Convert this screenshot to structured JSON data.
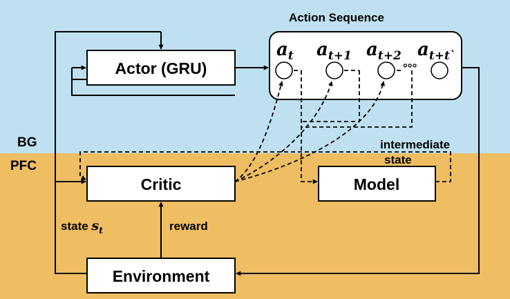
{
  "colors": {
    "bg_region": "#bfe0f0",
    "pfc_region": "#efbd62"
  },
  "regions": {
    "bg": "BG",
    "pfc": "PFC"
  },
  "sequence": {
    "title": "Action Sequence",
    "actions": [
      {
        "base": "a",
        "sub": "t"
      },
      {
        "base": "a",
        "sub": "t+1"
      },
      {
        "base": "a",
        "sub": "t+2"
      },
      {
        "base": "a",
        "sub": "t+t`"
      }
    ],
    "ellipsis": "°°°"
  },
  "boxes": {
    "actor": "Actor (GRU)",
    "critic": "Critic",
    "model": "Model",
    "environment": "Environment"
  },
  "labels": {
    "state_text": "state ",
    "state_var": "s",
    "state_sub": "t",
    "reward": "reward",
    "intermediate_line1": "intermediate",
    "intermediate_line2": "state"
  }
}
